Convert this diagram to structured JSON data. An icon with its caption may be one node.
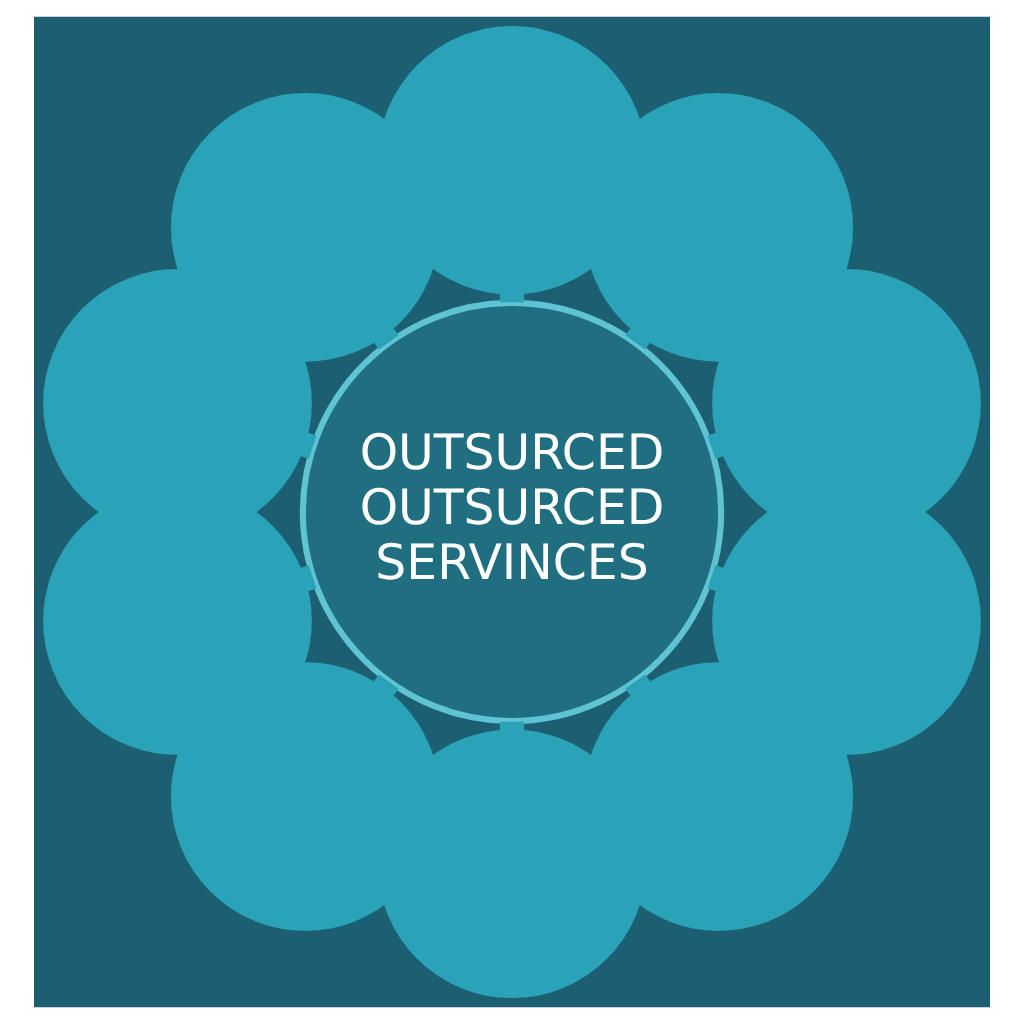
{
  "diagram": {
    "nodes": [
      {
        "text": [
          "OUTSURCED OUTSURCED SERVINCES"
        ]
      },
      {
        "text": [],
        "shape": "circle"
      },
      {
        "text": [],
        "shape": "circle"
      },
      {
        "text": [],
        "shape": "circle"
      },
      {
        "text": [],
        "shape": "circle"
      },
      {
        "text": [],
        "shape": "circle"
      },
      {
        "text": [],
        "shape": "circle"
      },
      {
        "text": [],
        "shape": "circle"
      },
      {
        "text": [],
        "shape": "circle"
      },
      {
        "text": [],
        "shape": "circle"
      },
      {
        "text": [],
        "shape": "circle"
      }
    ],
    "edges": [
      {
        "from": 0,
        "to": 1,
        "arrow": "none"
      },
      {
        "from": 0,
        "to": 2,
        "arrow": "none"
      },
      {
        "from": 0,
        "to": 3,
        "arrow": "none"
      },
      {
        "from": 0,
        "to": 4,
        "arrow": "none"
      },
      {
        "from": 0,
        "to": 5,
        "arrow": "none"
      },
      {
        "from": 0,
        "to": 6,
        "arrow": "none"
      },
      {
        "from": 0,
        "to": 7,
        "arrow": "none"
      },
      {
        "from": 0,
        "to": 8,
        "arrow": "none"
      },
      {
        "from": 0,
        "to": 9,
        "arrow": "none"
      },
      {
        "from": 0,
        "to": 10,
        "arrow": "none"
      }
    ]
  }
}
